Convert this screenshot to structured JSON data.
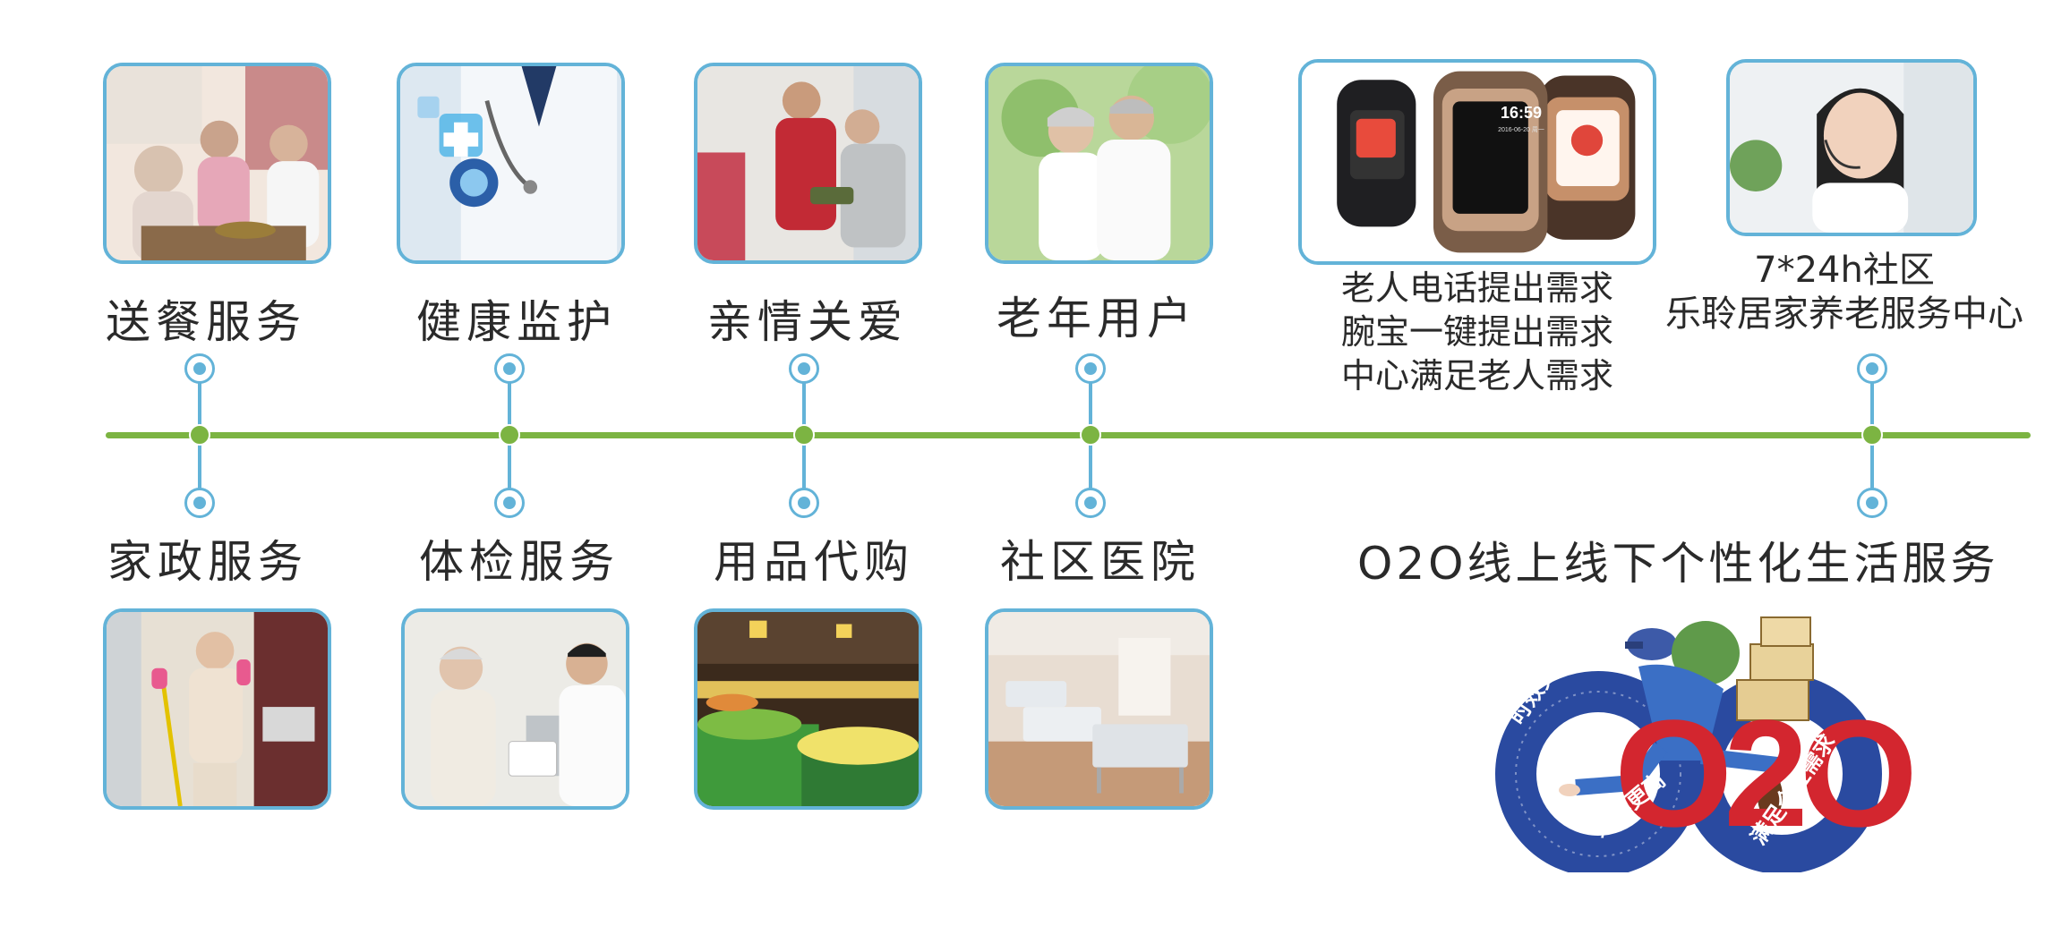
{
  "top_services": [
    {
      "label": "送餐服务",
      "image": "elderly meal delivery photo"
    },
    {
      "label": "健康监护",
      "image": "doctor with medical icon photo"
    },
    {
      "label": "亲情关爱",
      "image": "volunteer caring elderly photo"
    },
    {
      "label": "老年用户",
      "image": "elderly couple photo"
    }
  ],
  "bottom_services": [
    {
      "label": "家政服务",
      "image": "housekeeper photo"
    },
    {
      "label": "体检服务",
      "image": "medical checkup photo"
    },
    {
      "label": "用品代购",
      "image": "supermarket produce photo"
    },
    {
      "label": "社区医院",
      "image": "hospital ward photo"
    }
  ],
  "watch": {
    "time": "16:59",
    "date": "2016-06-20 周一",
    "captions": [
      "老人电话提出需求",
      "腕宝一键提出需求",
      "中心满足老人需求"
    ]
  },
  "call_center": {
    "captions": [
      "7*24h社区",
      "乐聆居家养老服务中心"
    ]
  },
  "o2o": {
    "tagline": "O2O线上线下个性化生活服务",
    "logo_text": "O2O",
    "ring_left_top": "时效更快",
    "ring_left_bottom": "效率更高",
    "ring_right": "满足个性需求"
  },
  "colors": {
    "timeline": "#7cb442",
    "frame": "#63b3d8",
    "text": "#2a2a2a",
    "logo_blue": "#2a4aa0",
    "logo_red": "#d3262f"
  }
}
